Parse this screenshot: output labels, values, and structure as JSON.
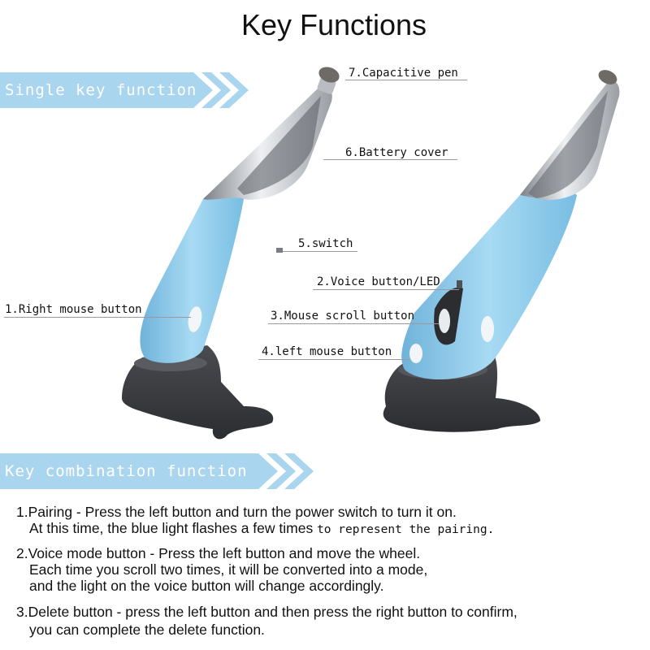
{
  "title": "Key Functions",
  "banners": {
    "single": "Single key function",
    "combination": "Key combination function"
  },
  "callouts": {
    "capacitive_pen": "7.Capacitive pen",
    "battery_cover": "6.Battery cover",
    "switch": "5.switch",
    "voice_button": "2.Voice button/LED",
    "right_mouse": "1.Right mouse button",
    "scroll_button": "3.Mouse scroll button",
    "left_mouse": "4.left mouse button"
  },
  "instructions": {
    "pairing_1": "1.Pairing - Press the left button and turn the power switch to turn it on.",
    "pairing_2a": "At this time, the blue light flashes a few times",
    "pairing_2b": "to represent the pairing.",
    "voice_1": "2.Voice mode button - Press the left button and move the wheel.",
    "voice_2": "Each time you scroll two times, it will be converted into a mode,",
    "voice_3": "and the light on the voice button will change accordingly.",
    "delete_1": "3.Delete button - press the left button and then press the right button to confirm,",
    "delete_2": "you can complete the delete function."
  },
  "colors": {
    "banner": "#a9d5ef",
    "pen_body": "#8fc9e8",
    "stand": "#3a3b3f",
    "chrome": "#c9ccd1"
  },
  "icons": [
    "chevron-right-icon"
  ]
}
